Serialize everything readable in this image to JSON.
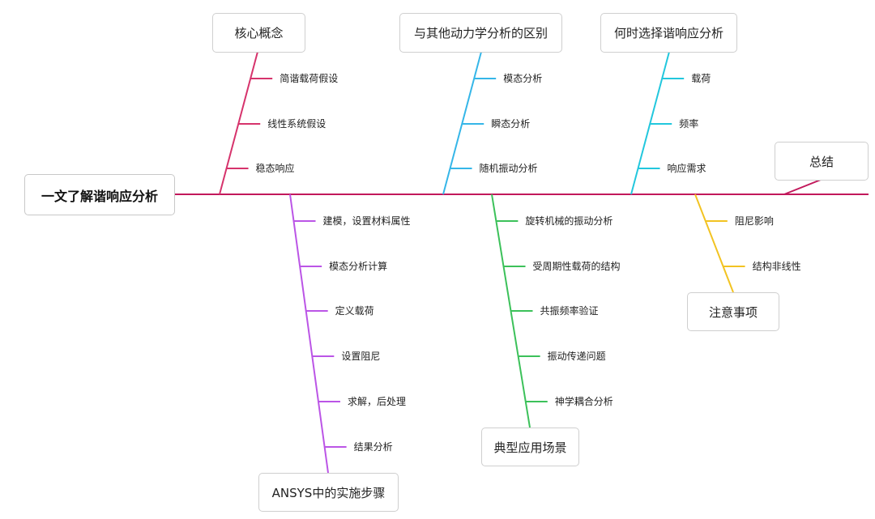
{
  "title": "一文了解谐响应分析",
  "spine_color": "#c2185b",
  "branches": [
    {
      "label": "核心概念",
      "color": "#d6336c",
      "items": [
        "简谐载荷假设",
        "线性系统假设",
        "稳态响应"
      ]
    },
    {
      "label": "与其他动力学分析的区别",
      "color": "#35b6e8",
      "items": [
        "模态分析",
        "瞬态分析",
        "随机振动分析"
      ]
    },
    {
      "label": "何时选择谐响应分析",
      "color": "#22c7dd",
      "items": [
        "载荷",
        "频率",
        "响应需求"
      ]
    },
    {
      "label": "总结",
      "color": "#c2185b",
      "items": []
    },
    {
      "label": "ANSYS中的实施步骤",
      "color": "#bb55e6",
      "items": [
        "建模，设置材料属性",
        "模态分析计算",
        "定义载荷",
        "设置阻尼",
        "求解，后处理",
        "结果分析"
      ]
    },
    {
      "label": "典型应用场景",
      "color": "#3cc15a",
      "items": [
        "旋转机械的振动分析",
        "受周期性载荷的结构",
        "共振频率验证",
        "振动传递问题",
        "神学耦合分析"
      ]
    },
    {
      "label": "注意事项",
      "color": "#f2c322",
      "items": [
        "阻尼影响",
        "结构非线性"
      ]
    }
  ]
}
